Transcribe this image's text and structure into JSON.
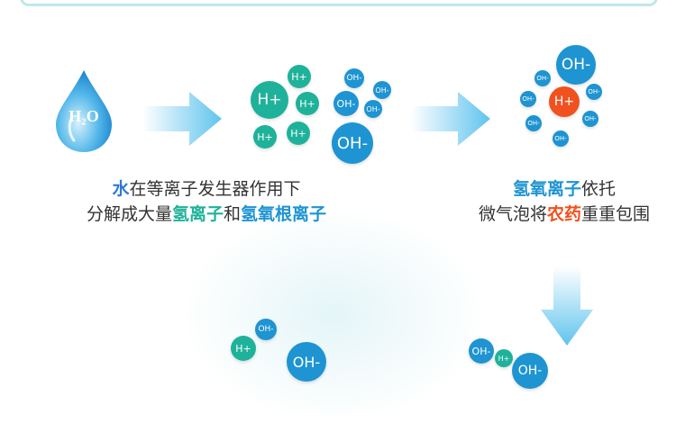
{
  "water_drop": {
    "label": "H₂O",
    "icon": "water-drop-icon"
  },
  "ions": {
    "h_label": "H+",
    "oh_label": "OH-"
  },
  "caption_left": {
    "line1_highlight": "水",
    "line1_rest": "在等离子发生器作用下",
    "line2_prefix": "分解成大量",
    "line2_h": "氢离子",
    "line2_mid": "和",
    "line2_oh": "氢氧根离子"
  },
  "caption_right": {
    "line1_highlight": "氢氧离子",
    "line1_rest": "依托",
    "line2_prefix": "微气泡将",
    "line2_highlight": "农药",
    "line2_rest": "重重包围"
  },
  "colors": {
    "h_ion": "#1fb29a",
    "oh_ion": "#1e94d2",
    "pesticide_center": "#f0511f",
    "arrow": "#5fc4ee",
    "highlight_blue": "#2f79d6"
  }
}
